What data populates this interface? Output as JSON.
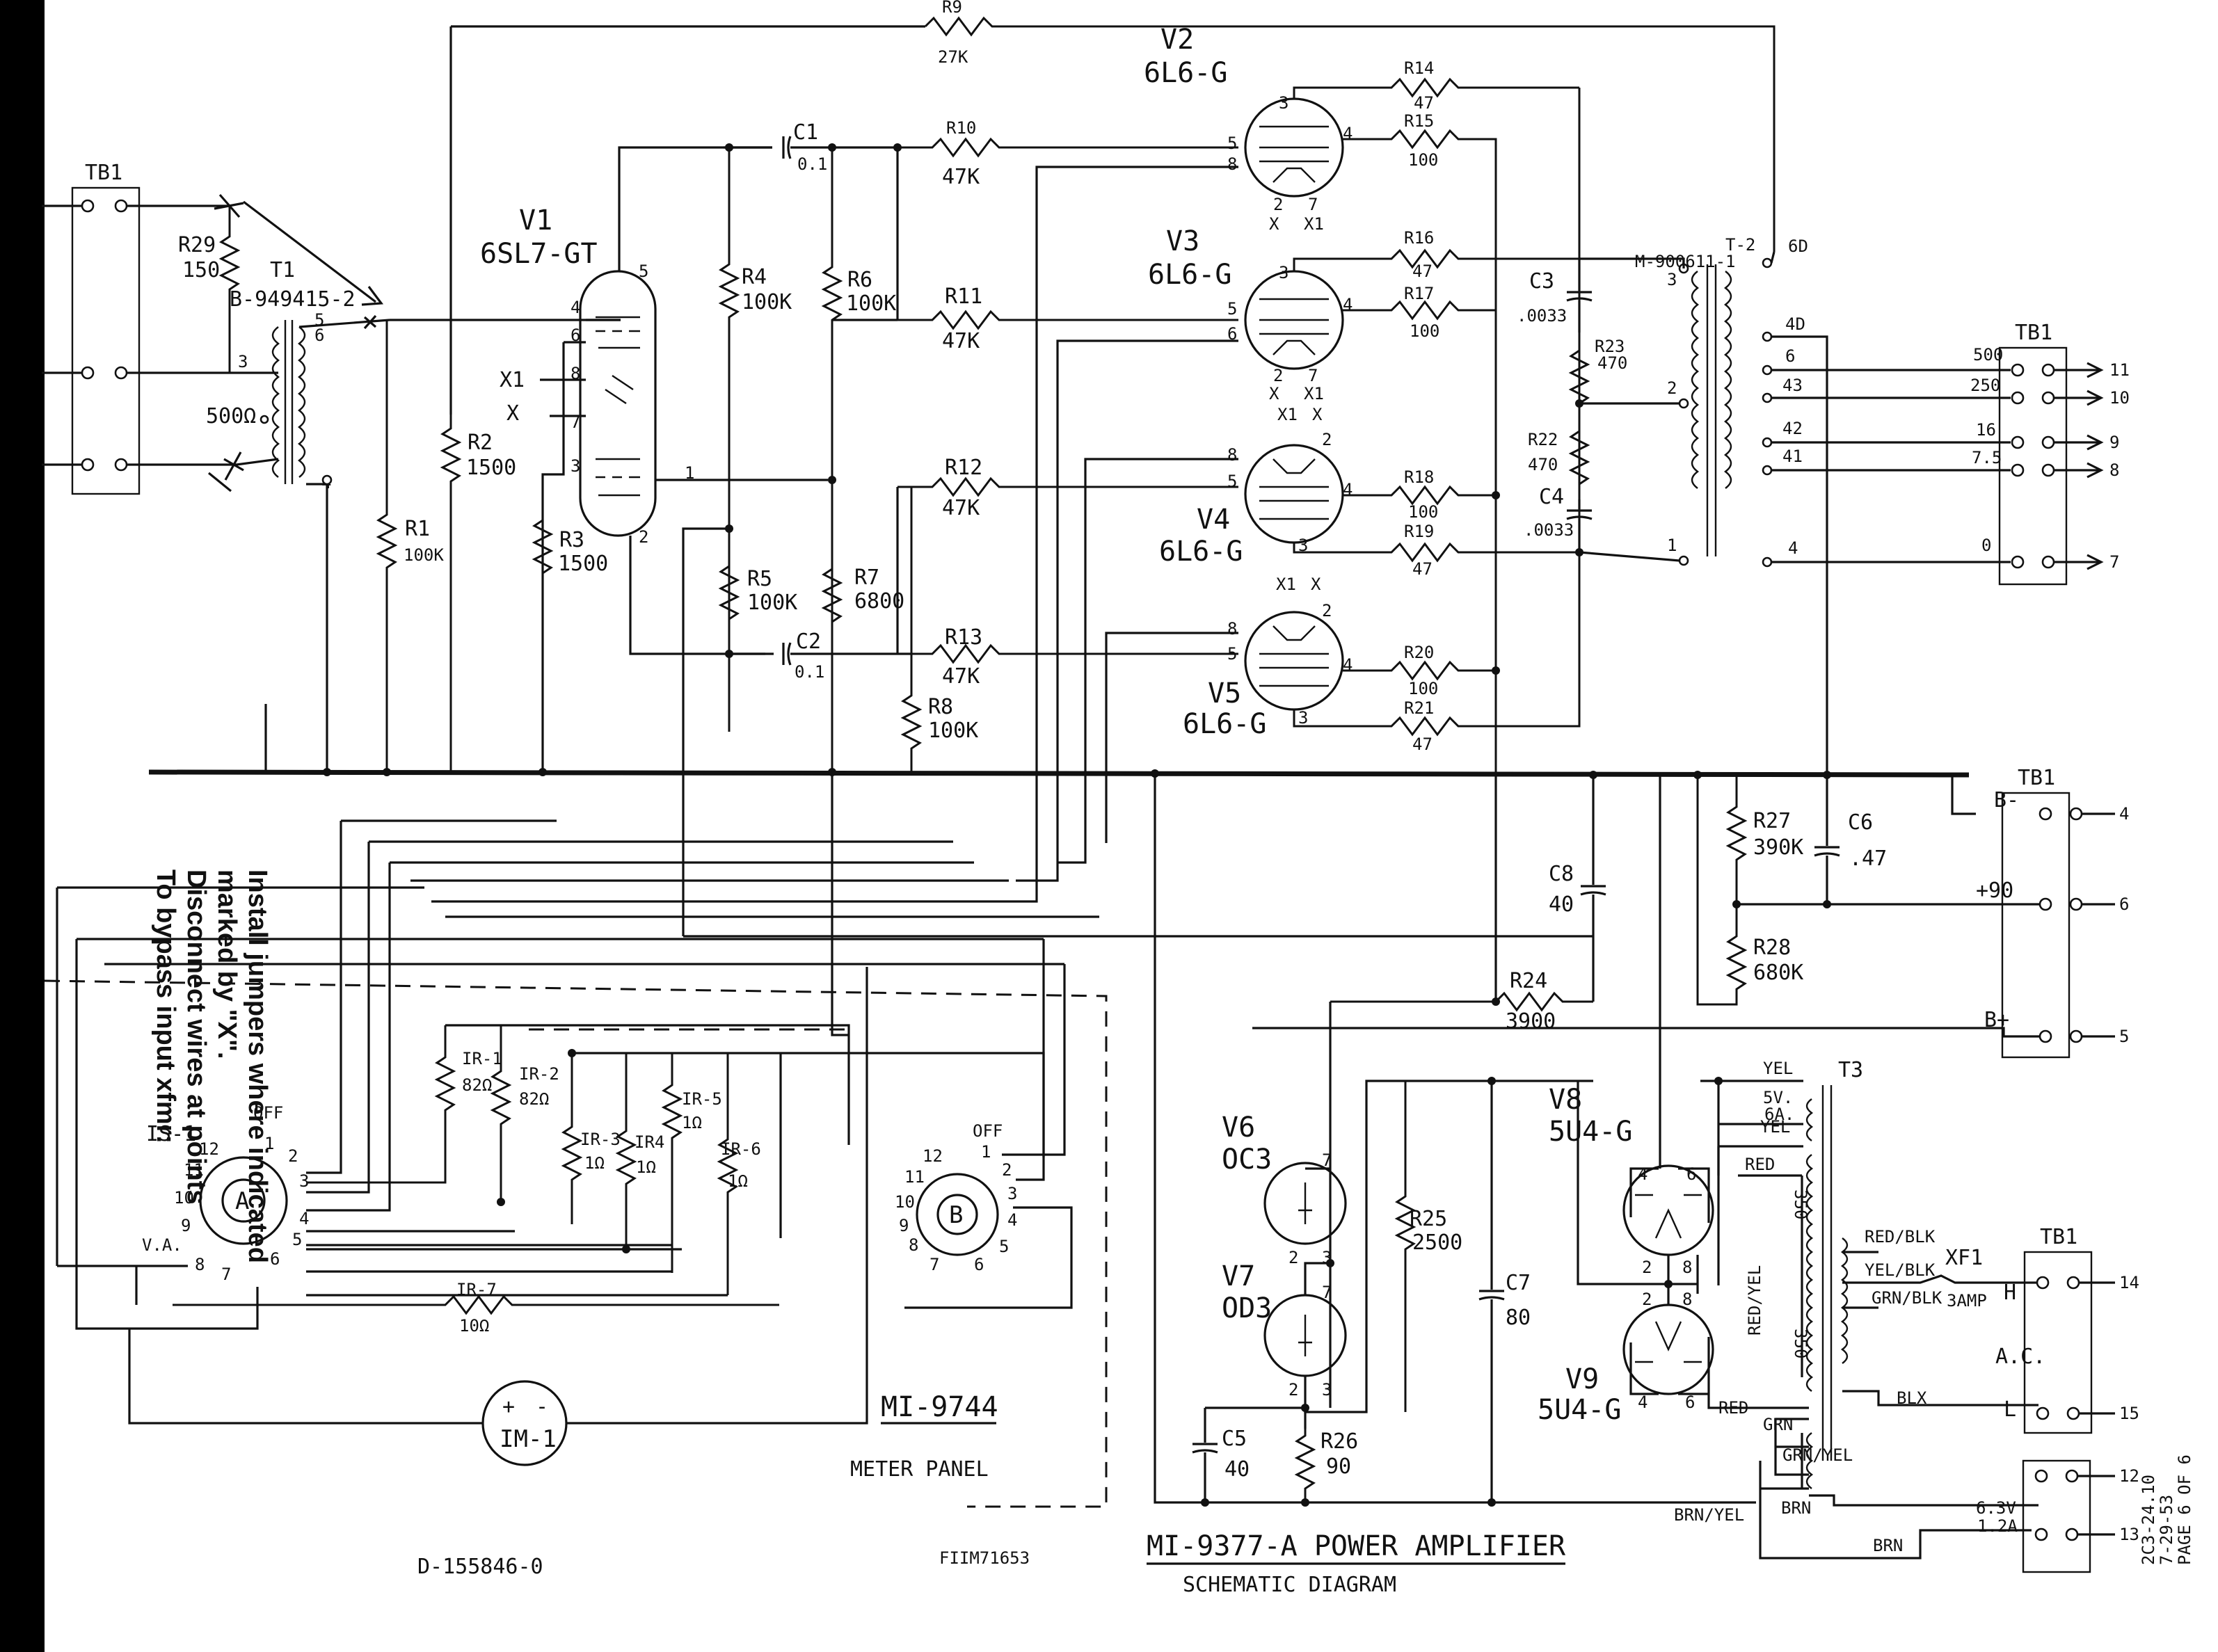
{
  "title": "MI-9377-A POWER AMPLIFIER",
  "subtitle": "SCHEMATIC DIAGRAM",
  "drawing_number": "D-155846-0",
  "film_number": "FIIM71653",
  "page_ref": [
    "2C3-24.10",
    "7-29-53",
    "PAGE 6 OF 6"
  ],
  "bypass_note": [
    "To bypass input xfmr:",
    "Disconnect wires at points",
    "marked by \"X\".",
    "Install jumpers where indicated"
  ],
  "meter_panel": {
    "title": "MI-9744",
    "subtitle": "METER PANEL",
    "meter": "IM-1",
    "switch_a": "IS-1",
    "switch_a_knob": "A",
    "switch_b_knob": "B",
    "off": "OFF",
    "va": "V.A."
  },
  "tubes": [
    {
      "ref": "V1",
      "type": "6SL7-GT"
    },
    {
      "ref": "V2",
      "type": "6L6-G"
    },
    {
      "ref": "V3",
      "type": "6L6-G"
    },
    {
      "ref": "V4",
      "type": "6L6-G"
    },
    {
      "ref": "V5",
      "type": "6L6-G"
    },
    {
      "ref": "V6",
      "type": "OC3"
    },
    {
      "ref": "V7",
      "type": "OD3"
    },
    {
      "ref": "V8",
      "type": "5U4-G"
    },
    {
      "ref": "V9",
      "type": "5U4-G"
    }
  ],
  "resistors": [
    {
      "ref": "R1",
      "value": "100K"
    },
    {
      "ref": "R2",
      "value": "1500"
    },
    {
      "ref": "R3",
      "value": "1500"
    },
    {
      "ref": "R4",
      "value": "100K"
    },
    {
      "ref": "R5",
      "value": "100K"
    },
    {
      "ref": "R6",
      "value": "100K"
    },
    {
      "ref": "R7",
      "value": "6800"
    },
    {
      "ref": "R8",
      "value": "100K"
    },
    {
      "ref": "R9",
      "value": "27K"
    },
    {
      "ref": "R10",
      "value": "47K"
    },
    {
      "ref": "R11",
      "value": "47K"
    },
    {
      "ref": "R12",
      "value": "47K"
    },
    {
      "ref": "R13",
      "value": "47K"
    },
    {
      "ref": "R14",
      "value": "47"
    },
    {
      "ref": "R15",
      "value": "100"
    },
    {
      "ref": "R16",
      "value": "47"
    },
    {
      "ref": "R17",
      "value": "100"
    },
    {
      "ref": "R18",
      "value": "100"
    },
    {
      "ref": "R19",
      "value": "47"
    },
    {
      "ref": "R20",
      "value": "100"
    },
    {
      "ref": "R21",
      "value": "47"
    },
    {
      "ref": "R22",
      "value": "470"
    },
    {
      "ref": "R23",
      "value": "470"
    },
    {
      "ref": "R24",
      "value": "3900"
    },
    {
      "ref": "R25",
      "value": "2500"
    },
    {
      "ref": "R26",
      "value": "90"
    },
    {
      "ref": "R27",
      "value": "390K"
    },
    {
      "ref": "R28",
      "value": "680K"
    },
    {
      "ref": "R29",
      "value": "150"
    }
  ],
  "meter_resistors": [
    {
      "ref": "IR-1",
      "value": "82Ω"
    },
    {
      "ref": "IR-2",
      "value": "82Ω"
    },
    {
      "ref": "IR-3",
      "value": "1Ω"
    },
    {
      "ref": "IR4",
      "value": "1Ω"
    },
    {
      "ref": "IR-5",
      "value": "1Ω"
    },
    {
      "ref": "IR-6",
      "value": "1Ω"
    },
    {
      "ref": "IR-7",
      "value": "10Ω"
    }
  ],
  "capacitors": [
    {
      "ref": "C1",
      "value": "0.1"
    },
    {
      "ref": "C2",
      "value": "0.1"
    },
    {
      "ref": "C3",
      "value": ".0033"
    },
    {
      "ref": "C4",
      "value": ".0033"
    },
    {
      "ref": "C5",
      "value": "40"
    },
    {
      "ref": "C6",
      "value": ".47"
    },
    {
      "ref": "C7",
      "value": "80"
    },
    {
      "ref": "C8",
      "value": "40"
    }
  ],
  "transformers": [
    {
      "ref": "T1",
      "part": "B-949415-2",
      "tap": "500Ω"
    },
    {
      "ref": "T-2",
      "part": "M-900611-1"
    },
    {
      "ref": "T3"
    }
  ],
  "t2_taps": [
    "6D",
    "4D",
    "6",
    "43",
    "42",
    "41",
    "3",
    "2",
    "1",
    "4"
  ],
  "output_taps": [
    "500",
    "250",
    "16",
    "7.5",
    "0"
  ],
  "tb1": {
    "label": "TB1",
    "out_pins": [
      "11",
      "10",
      "9",
      "8",
      "7"
    ],
    "supply": [
      {
        "name": "B-",
        "pin": "4"
      },
      {
        "name": "+90",
        "pin": "6"
      },
      {
        "name": "B+",
        "pin": "5"
      }
    ],
    "ac": {
      "h": "H",
      "l": "L",
      "label": "A.C.",
      "pins": [
        "14",
        "15"
      ]
    },
    "heater": {
      "label": "6.3V",
      "current": "1.2A",
      "pins": [
        "12",
        "13"
      ]
    }
  },
  "fuse": {
    "ref": "XF1",
    "rating": "3AMP"
  },
  "t3_leads": [
    "YEL",
    "YEL",
    "5V.",
    "6A.",
    "RED",
    "RED/BLK",
    "YEL/BLK",
    "GRN/BLK",
    "BLX",
    "RED/YEL",
    "350",
    "350",
    "RED",
    "GRN",
    "GRN/YEL",
    "BRN",
    "BRN/YEL",
    "BRN"
  ]
}
